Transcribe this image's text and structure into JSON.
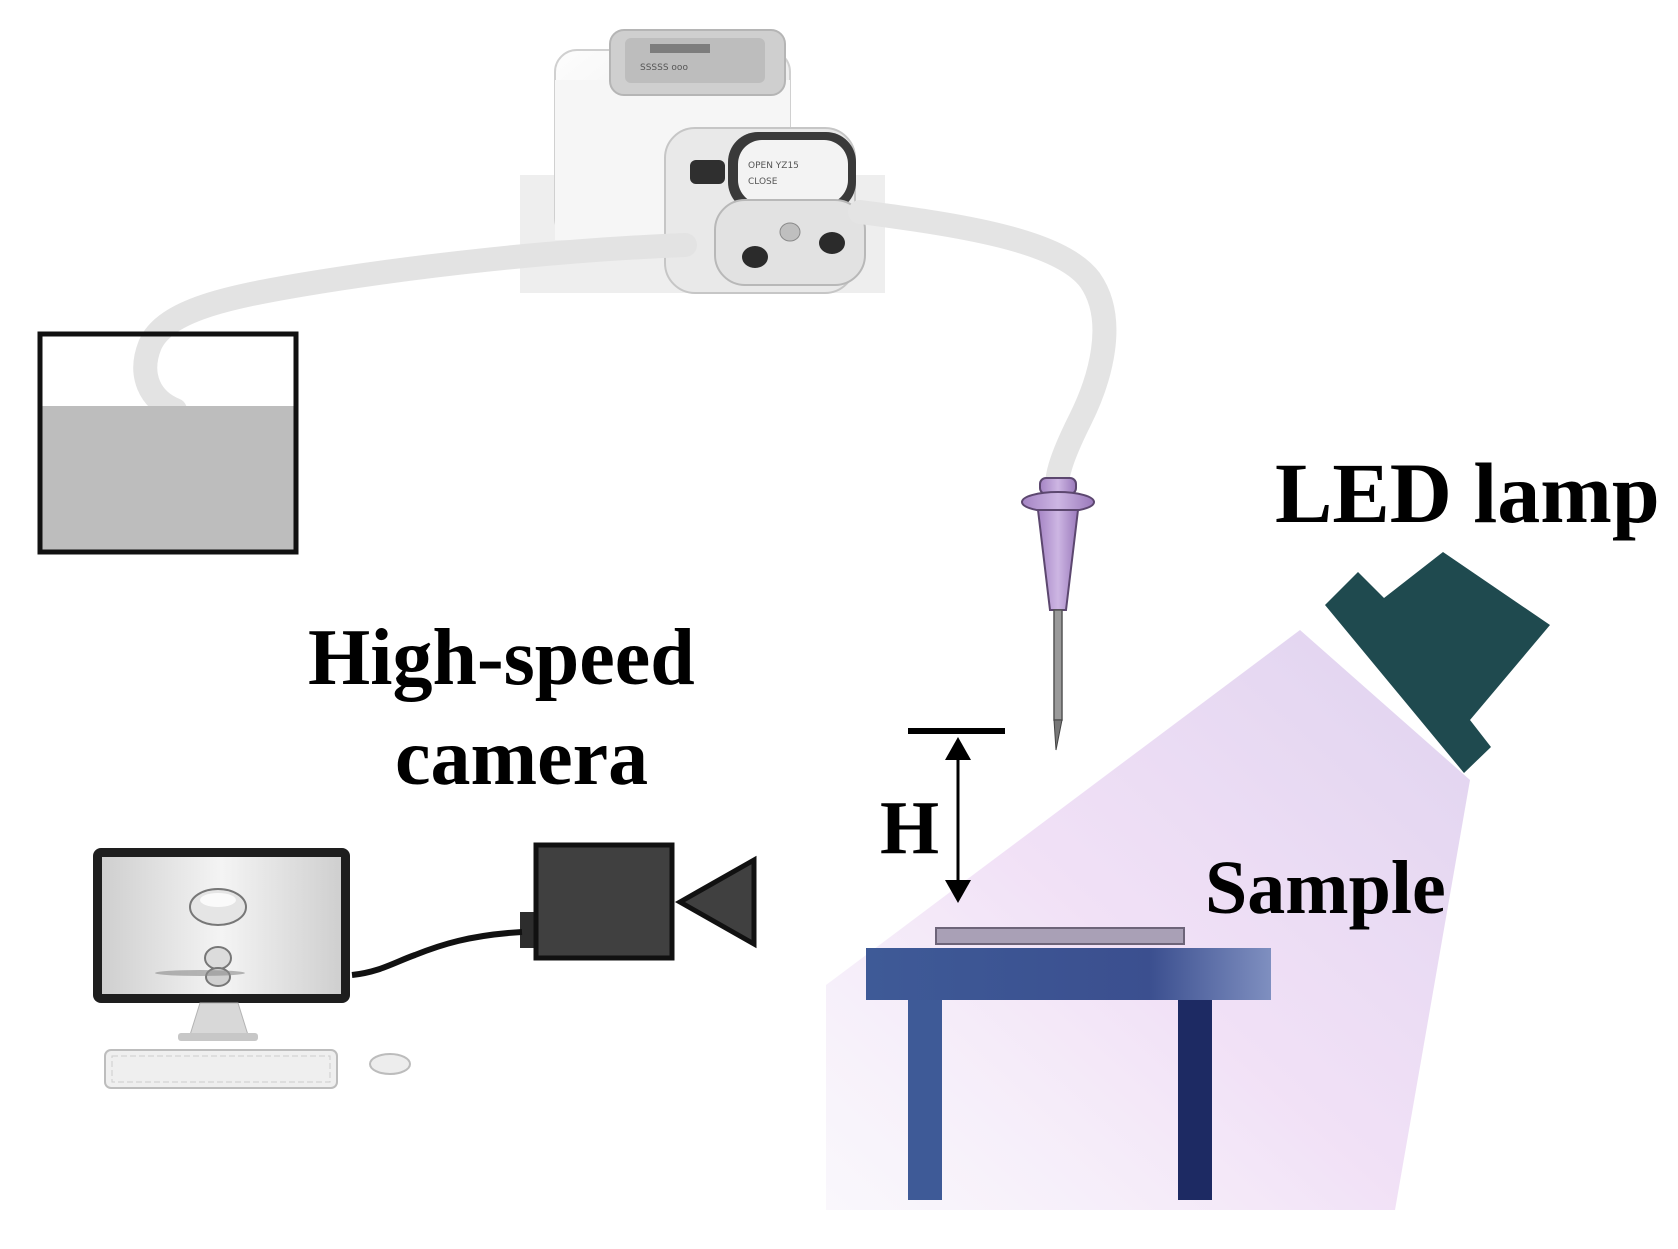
{
  "labels": {
    "led_lamp": "LED lamp",
    "camera_line1": "High-speed",
    "camera_line2": "camera",
    "sample": "Sample",
    "height": "H"
  },
  "components": [
    {
      "name": "peristaltic-pump",
      "icon": "peristaltic-pump-icon"
    },
    {
      "name": "liquid-reservoir",
      "icon": "reservoir-icon"
    },
    {
      "name": "tubing",
      "icon": "tube-icon"
    },
    {
      "name": "syringe-needle",
      "icon": "needle-icon"
    },
    {
      "name": "led-lamp",
      "icon": "lamp-icon"
    },
    {
      "name": "high-speed-camera",
      "icon": "video-camera-icon"
    },
    {
      "name": "computer",
      "icon": "monitor-icon"
    },
    {
      "name": "sample-table",
      "icon": "table-icon"
    }
  ],
  "colors": {
    "reservoir_liquid": "#bdbdbd",
    "tube": "#e4e4e4",
    "needle_hub": "#b79bd2",
    "lamp_body": "#1f4a4f",
    "light_beam": "#e6d5f2",
    "table": "#3e5a97",
    "camera_body": "#404040"
  }
}
